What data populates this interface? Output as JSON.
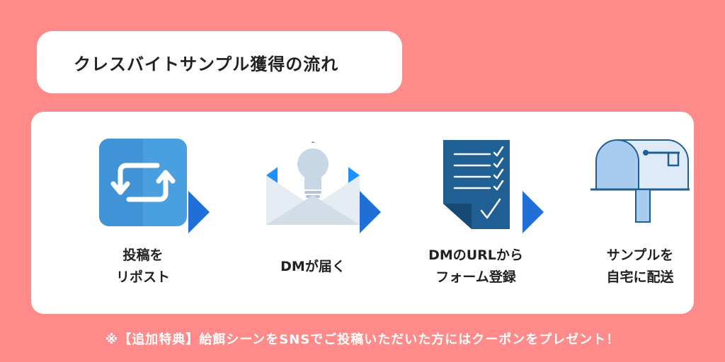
{
  "title": "クレスバイトサンプル獲得の流れ",
  "steps": [
    {
      "line1": "投稿を",
      "line2": "リポスト",
      "icon": "repost-icon"
    },
    {
      "line1": "DMが届く",
      "line2": "",
      "icon": "mail-lightbulb-icon"
    },
    {
      "line1": "DMのURLから",
      "line2": "フォーム登録",
      "icon": "checklist-document-icon"
    },
    {
      "line1": "サンプルを",
      "line2": "自宅に配送",
      "icon": "mailbox-icon"
    }
  ],
  "footnote": "※【追加特典】給餌シーンをSNSでご投稿いただいた方にはクーポンをプレゼント！",
  "colors": {
    "background": "#ff8a8a",
    "card": "#ffffff",
    "arrow": "#1f6fd6",
    "icon_blue": "#4a9fe0"
  }
}
